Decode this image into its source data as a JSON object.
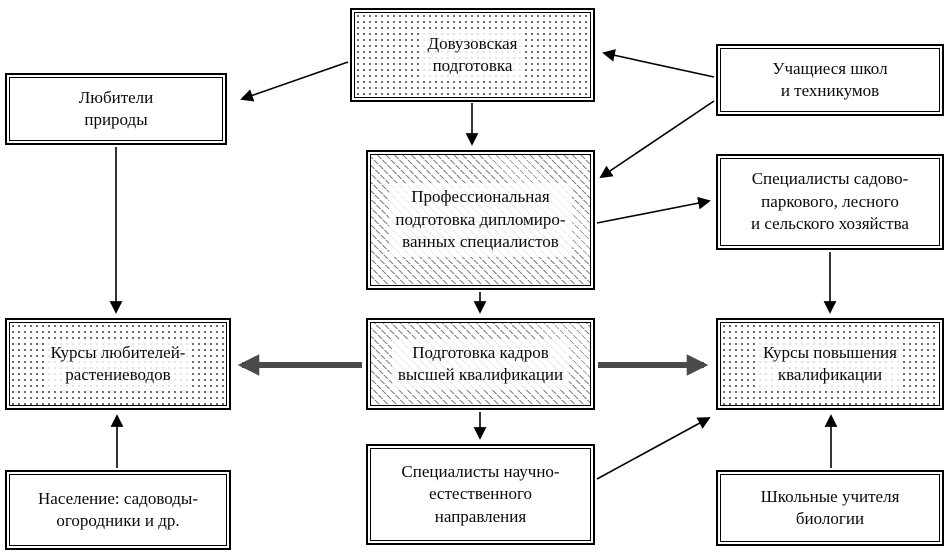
{
  "colors": {
    "box_border": "#000000",
    "pattern_ink": "#3d3d3d",
    "thick_arrow": "#4a4a4a"
  },
  "boxes": {
    "pre_university": {
      "label": "Довузовская\nподготовка"
    },
    "school_students": {
      "label": "Учащиеся школ\nи техникумов"
    },
    "nature_lovers": {
      "label": "Любители\nприроды"
    },
    "professional_training": {
      "label": "Профессиональная\nподготовка дипломиро-\nванных специалистов"
    },
    "landscape_specialists": {
      "label": "Специалисты садово-\nпаркового, лесного\nи сельского хозяйства"
    },
    "plant_lovers_courses": {
      "label": "Курсы любителей-\nрастениеводов"
    },
    "higher_qualification": {
      "label": "Подготовка кадров\nвысшей квалификации"
    },
    "advanced_courses": {
      "label": "Курсы повышения\nквалификации"
    },
    "population_gardeners": {
      "label": "Население: садоводы-\nогородники и др."
    },
    "science_specialists": {
      "label": "Специалисты научно-\nестественного\nнаправления"
    },
    "biology_teachers": {
      "label": "Школьные учителя\nбиологии"
    }
  }
}
